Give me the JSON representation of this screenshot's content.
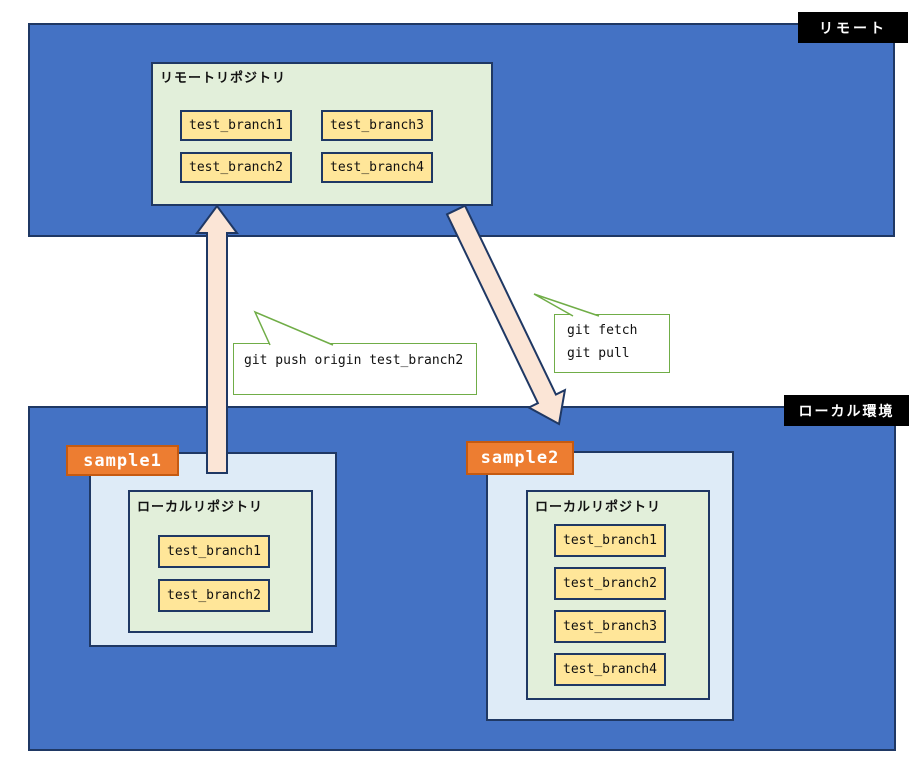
{
  "remote": {
    "label": "リモート",
    "repo_title": "リモートリポジトリ",
    "branches": [
      "test_branch1",
      "test_branch2",
      "test_branch3",
      "test_branch4"
    ]
  },
  "local": {
    "label": "ローカル環境",
    "workspaces": [
      {
        "name": "sample1",
        "repo_title": "ローカルリポジトリ",
        "branches": [
          "test_branch1",
          "test_branch2"
        ]
      },
      {
        "name": "sample2",
        "repo_title": "ローカルリポジトリ",
        "branches": [
          "test_branch1",
          "test_branch2",
          "test_branch3",
          "test_branch4"
        ]
      }
    ]
  },
  "callouts": {
    "push": {
      "text": "git push origin test_branch2"
    },
    "fetch": {
      "line1": "git fetch",
      "line2": "git pull"
    }
  },
  "colors": {
    "environment_blue": "#4472c4",
    "repo_green": "#e2efda",
    "branch_yellow": "#ffe699",
    "workspace_light_blue": "#deebf7",
    "workspace_tag_orange": "#ed7d31",
    "arrow_cream": "#fbe5d6",
    "callout_border_green": "#70ad47",
    "outline_navy": "#1f3864",
    "section_label_bg": "#000000"
  }
}
